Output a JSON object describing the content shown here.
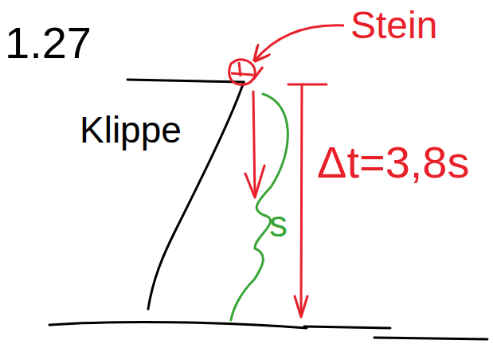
{
  "diagram": {
    "labels": [
      "1.27",
      "Stein",
      "Klippe",
      "s",
      "Δt=3,8s"
    ]
  }
}
